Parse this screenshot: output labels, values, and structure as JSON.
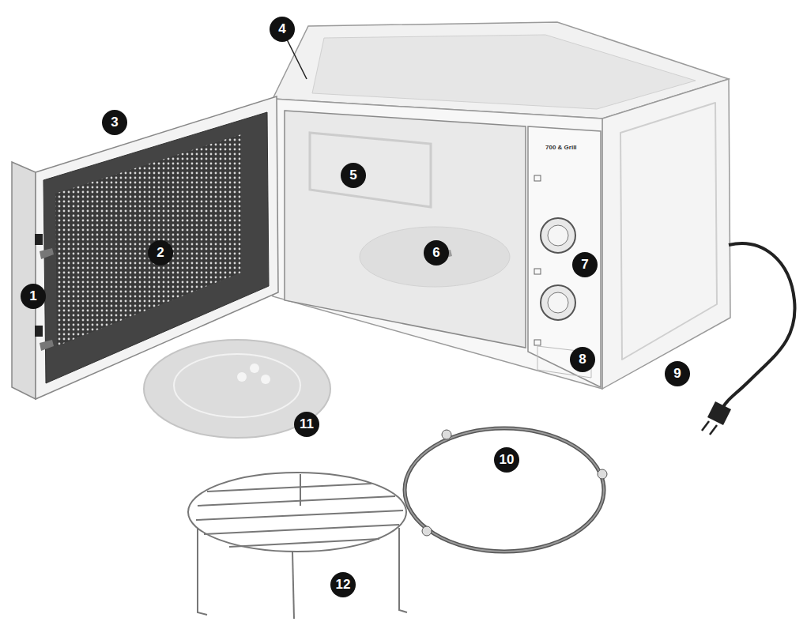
{
  "diagram": {
    "labels": [
      "1",
      "2",
      "3",
      "4",
      "5",
      "6",
      "7",
      "8",
      "9",
      "10",
      "11",
      "12",
      "700 & Grill"
    ]
  }
}
